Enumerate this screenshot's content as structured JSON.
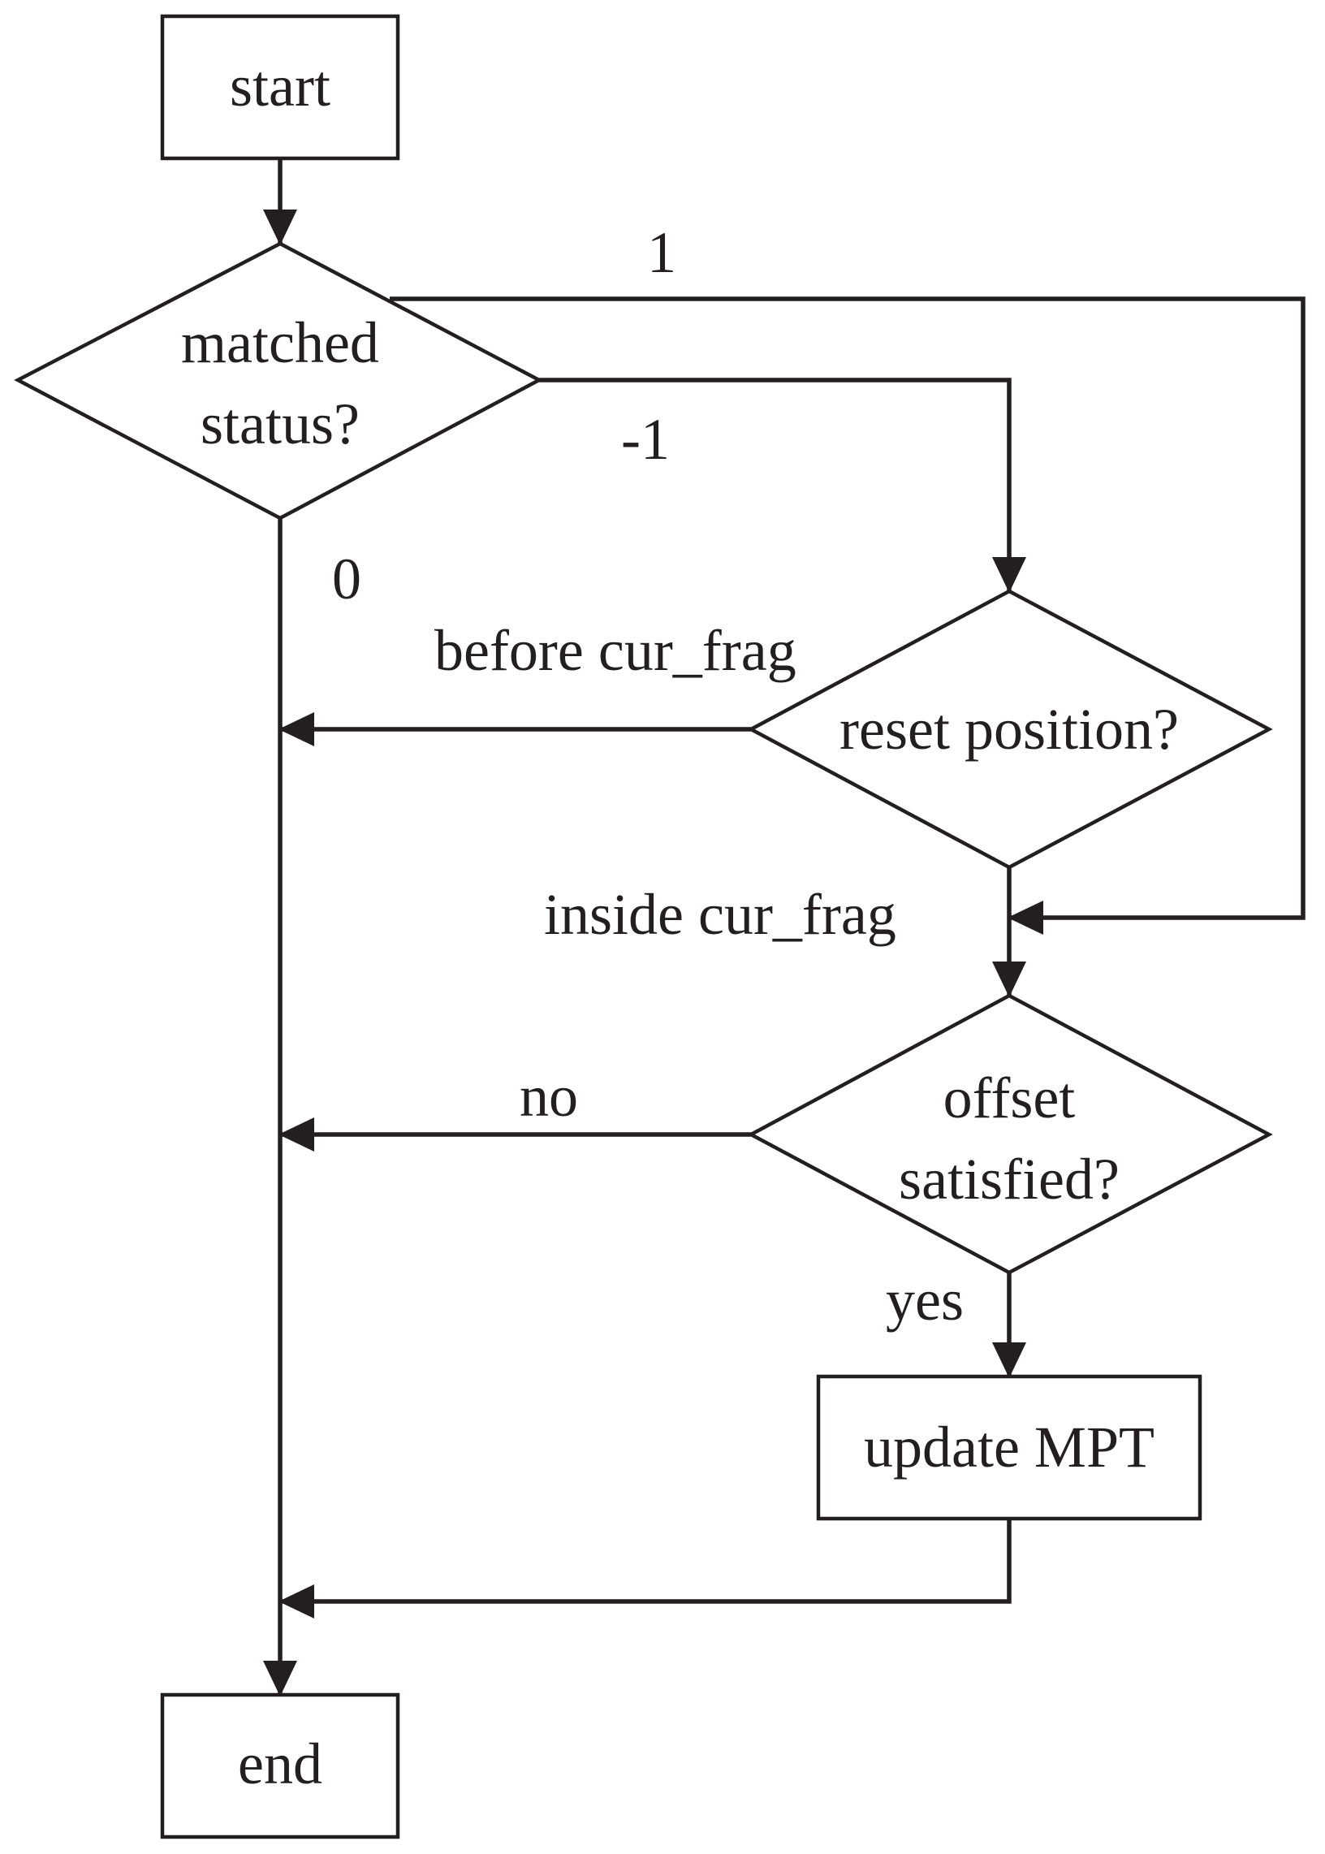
{
  "nodes": {
    "start": "start",
    "decision_matched": [
      "matched",
      "status?"
    ],
    "decision_reset": "reset position?",
    "decision_offset": [
      "offset",
      "satisfied?"
    ],
    "update": "update MPT",
    "end": "end"
  },
  "edge_labels": {
    "status_1": "1",
    "status_minus1": "-1",
    "status_0": "0",
    "before": "before cur_frag",
    "inside": "inside cur_frag",
    "no": "no",
    "yes": "yes"
  },
  "colors": {
    "ink": "#231f20",
    "background": "#ffffff"
  }
}
